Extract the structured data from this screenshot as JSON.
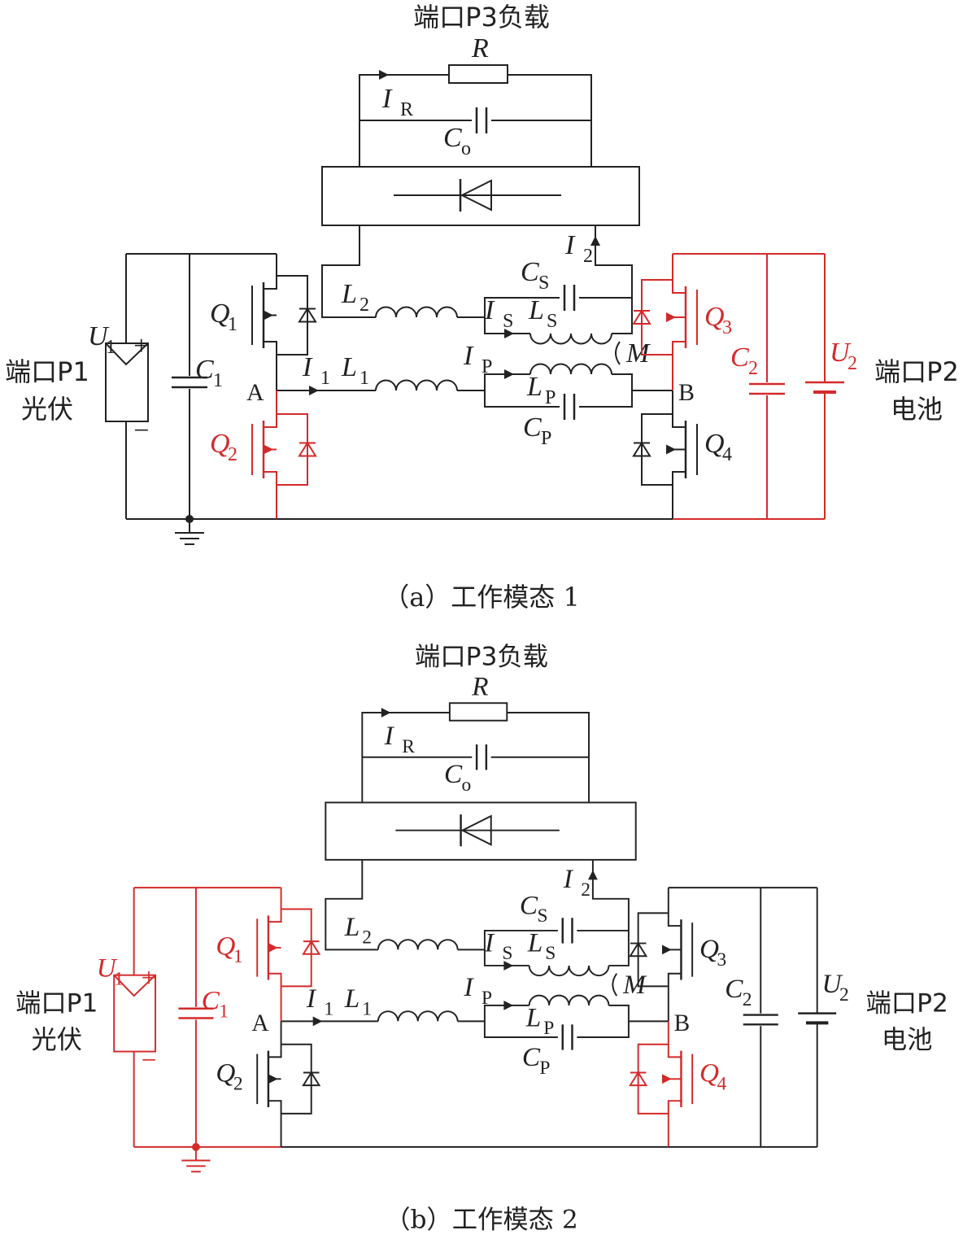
{
  "colors": {
    "wire": "#222222",
    "active": "#d42a2a"
  },
  "panels": [
    {
      "caption": "（a）工作模态 1",
      "port_p3": "端口P3负载",
      "port_p1_line1": "端口P1",
      "port_p1_line2": "光伏",
      "port_p2_line1": "端口P2",
      "port_p2_line2": "电池",
      "active": [
        "q2",
        "q3",
        "battery"
      ]
    },
    {
      "caption": "（b）工作模态 2",
      "port_p3": "端口P3负载",
      "port_p1_line1": "端口P1",
      "port_p1_line2": "光伏",
      "port_p2_line1": "端口P2",
      "port_p2_line2": "电池",
      "active": [
        "pv",
        "q1",
        "q4"
      ]
    }
  ],
  "labels": {
    "R": "R",
    "IR": "I",
    "IR_sub": "R",
    "Co": "C",
    "Co_sub": "o",
    "I2": "I",
    "I2_sub": "2",
    "CS": "C",
    "CS_sub": "S",
    "L2": "L",
    "L2_sub": "2",
    "IS": "I",
    "IS_sub": "S",
    "LS": "L",
    "LS_sub": "S",
    "M": "M",
    "IP": "I",
    "IP_sub": "P",
    "LP": "L",
    "LP_sub": "P",
    "CP": "C",
    "CP_sub": "P",
    "I1": "I",
    "I1_sub": "1",
    "L1": "L",
    "L1_sub": "1",
    "U1": "U",
    "U1_sub": "1",
    "C1": "C",
    "C1_sub": "1",
    "C2": "C",
    "C2_sub": "2",
    "U2": "U",
    "U2_sub": "2",
    "A": "A",
    "B": "B",
    "Q1": "Q",
    "Q1_sub": "1",
    "Q2": "Q",
    "Q2_sub": "2",
    "Q3": "Q",
    "Q3_sub": "3",
    "Q4": "Q",
    "Q4_sub": "4",
    "plus": "+",
    "minus": "−"
  }
}
